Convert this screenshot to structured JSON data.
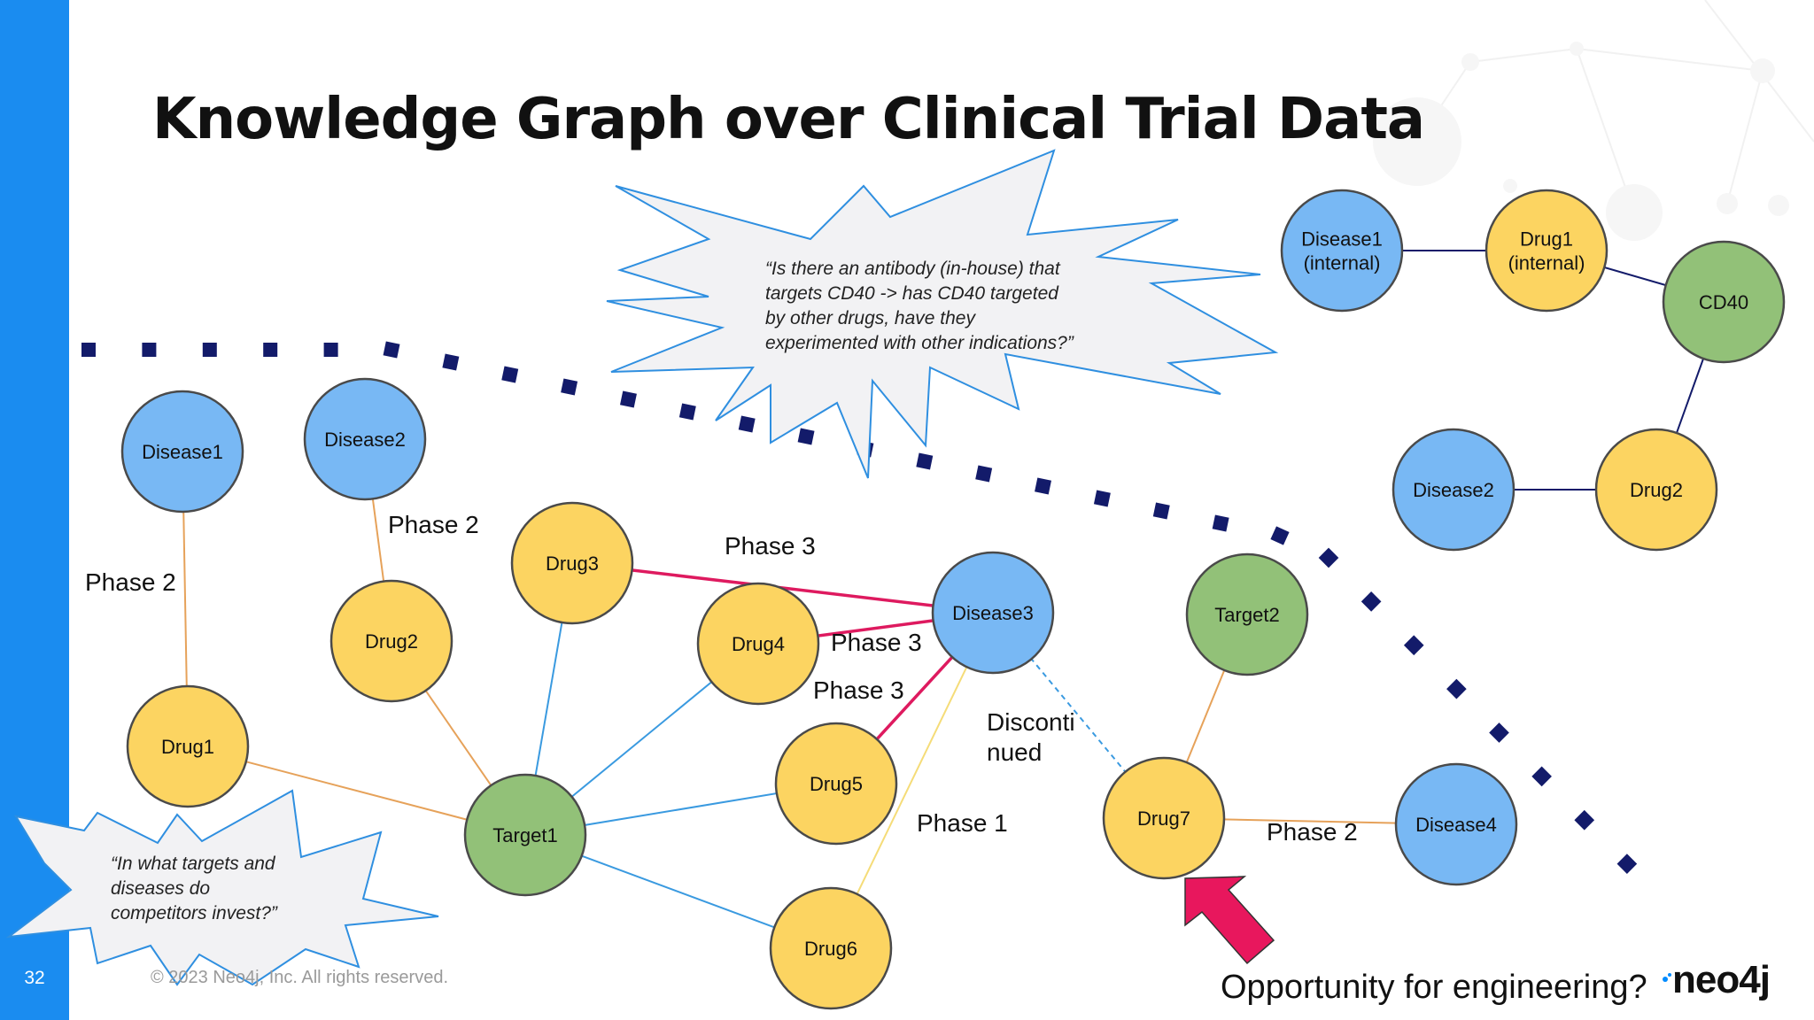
{
  "slide": {
    "title": "Knowledge Graph over Clinical Trial Data",
    "number": "32",
    "footer": "© 2023 Neo4j, Inc. All rights reserved.",
    "bottom_question": "Opportunity for engineering?",
    "logo_text": "neo4j"
  },
  "callouts": {
    "top": [
      "“Is there an antibody (in-house) that",
      "targets CD40 -> has CD40 targeted",
      "by other drugs, have they",
      "experimented with other indications?”"
    ],
    "bottom": [
      "“In what targets and",
      "diseases do",
      "competitors invest?”"
    ]
  },
  "nodes": [
    {
      "id": "disease1",
      "label": [
        "Disease1"
      ],
      "type": "disease"
    },
    {
      "id": "disease2",
      "label": [
        "Disease2"
      ],
      "type": "disease"
    },
    {
      "id": "drug3",
      "label": [
        "Drug3"
      ],
      "type": "drug"
    },
    {
      "id": "drug2",
      "label": [
        "Drug2"
      ],
      "type": "drug"
    },
    {
      "id": "drug4",
      "label": [
        "Drug4"
      ],
      "type": "drug"
    },
    {
      "id": "disease3",
      "label": [
        "Disease3"
      ],
      "type": "disease"
    },
    {
      "id": "drug1",
      "label": [
        "Drug1"
      ],
      "type": "drug"
    },
    {
      "id": "target1",
      "label": [
        "Target1"
      ],
      "type": "target"
    },
    {
      "id": "drug5",
      "label": [
        "Drug5"
      ],
      "type": "drug"
    },
    {
      "id": "drug6",
      "label": [
        "Drug6"
      ],
      "type": "drug"
    },
    {
      "id": "target2",
      "label": [
        "Target2"
      ],
      "type": "target"
    },
    {
      "id": "drug7",
      "label": [
        "Drug7"
      ],
      "type": "drug"
    },
    {
      "id": "disease4",
      "label": [
        "Disease4"
      ],
      "type": "disease"
    },
    {
      "id": "disease1-internal",
      "label": [
        "Disease1",
        "(internal)"
      ],
      "type": "disease"
    },
    {
      "id": "drug1-internal",
      "label": [
        "Drug1",
        "(internal)"
      ],
      "type": "drug"
    },
    {
      "id": "cd40",
      "label": [
        "CD40"
      ],
      "type": "target"
    },
    {
      "id": "disease2-right",
      "label": [
        "Disease2"
      ],
      "type": "disease"
    },
    {
      "id": "drug2-right",
      "label": [
        "Drug2"
      ],
      "type": "drug"
    }
  ],
  "edges": [
    {
      "from": "disease1",
      "to": "drug1",
      "kind": "orange"
    },
    {
      "from": "disease2",
      "to": "drug2",
      "kind": "orange"
    },
    {
      "from": "drug1",
      "to": "target1",
      "kind": "orange"
    },
    {
      "from": "drug2",
      "to": "target1",
      "kind": "orange"
    },
    {
      "from": "drug3",
      "to": "target1",
      "kind": "blue"
    },
    {
      "from": "drug4",
      "to": "target1",
      "kind": "blue"
    },
    {
      "from": "drug5",
      "to": "target1",
      "kind": "blue"
    },
    {
      "from": "drug6",
      "to": "target1",
      "kind": "blue"
    },
    {
      "from": "drug3",
      "to": "disease3",
      "kind": "red"
    },
    {
      "from": "drug4",
      "to": "disease3",
      "kind": "red"
    },
    {
      "from": "drug5",
      "to": "disease3",
      "kind": "red"
    },
    {
      "from": "drug6",
      "to": "disease3",
      "kind": "yellow"
    },
    {
      "from": "disease3",
      "to": "drug7",
      "kind": "dashed"
    },
    {
      "from": "target2",
      "to": "drug7",
      "kind": "orange"
    },
    {
      "from": "drug7",
      "to": "disease4",
      "kind": "orange"
    },
    {
      "from": "disease1-internal",
      "to": "drug1-internal",
      "kind": "navy"
    },
    {
      "from": "drug1-internal",
      "to": "cd40",
      "kind": "navy"
    },
    {
      "from": "cd40",
      "to": "drug2-right",
      "kind": "navy"
    },
    {
      "from": "disease2-right",
      "to": "drug2-right",
      "kind": "navy"
    }
  ],
  "edge_labels": [
    {
      "id": "phase2-a",
      "lines": [
        "Phase 2"
      ]
    },
    {
      "id": "phase2-b",
      "lines": [
        "Phase 2"
      ]
    },
    {
      "id": "phase3-a",
      "lines": [
        "Phase 3"
      ]
    },
    {
      "id": "phase3-b",
      "lines": [
        "Phase 3"
      ]
    },
    {
      "id": "phase3-c",
      "lines": [
        "Phase 3"
      ]
    },
    {
      "id": "discontinued",
      "lines": [
        "Disconti",
        "nued"
      ]
    },
    {
      "id": "phase1",
      "lines": [
        "Phase 1"
      ]
    },
    {
      "id": "phase2-c",
      "lines": [
        "Phase 2"
      ]
    }
  ],
  "colors": {
    "disease": "#78b8f4",
    "drug": "#fcd461",
    "target": "#92c178",
    "node_stroke": "#4a4a4a",
    "orange_edge": "#e6a25a",
    "blue_edge": "#3a9ae0",
    "red_edge": "#de1a5f",
    "yellow_edge": "#f5dc78",
    "navy": "#131b6a",
    "arrow": "#e8175d",
    "sidebar": "#1a8cf0",
    "callout_stroke": "#2f8fe0",
    "callout_fill": "#f2f2f4"
  }
}
